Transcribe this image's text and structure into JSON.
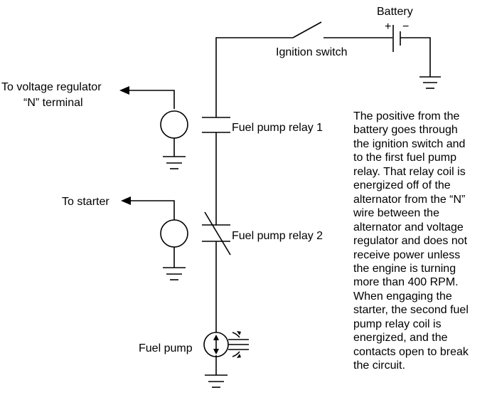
{
  "labels": {
    "battery": "Battery",
    "battery_plus": "+",
    "battery_minus": "−",
    "ignition_switch": "Ignition switch",
    "voltage_regulator_line1": "To voltage regulator",
    "voltage_regulator_line2": "“N” terminal",
    "relay1": "Fuel pump relay 1",
    "starter": "To starter",
    "relay2": "Fuel pump relay 2",
    "fuel_pump": "Fuel pump"
  },
  "description": {
    "lines": [
      "The positive from the",
      "battery goes through",
      "the ignition switch and",
      "to the first fuel pump",
      "relay. That relay coil is",
      "energized off of the",
      "alternator from the “N”",
      "wire between the",
      "alternator and voltage",
      "regulator and does not",
      "receive power unless",
      "the engine is turning",
      "more than 400 RPM.",
      "When engaging the",
      "starter, the second fuel",
      "pump relay coil is",
      "energized, and the",
      "contacts open to break",
      "the circuit."
    ]
  }
}
